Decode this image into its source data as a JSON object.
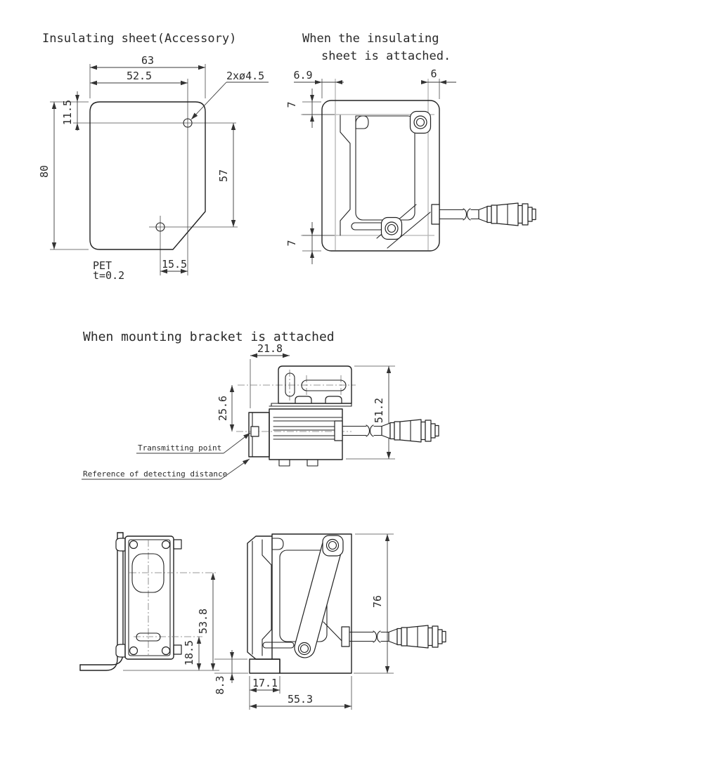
{
  "palette": {
    "background": "#ffffff",
    "outline": "#222222",
    "dimension_lines": "#3a3a3a",
    "sheet_edge_gray": "#b4b4b4",
    "centerline": "#777777"
  },
  "sections": {
    "insulating_sheet": {
      "title": "Insulating sheet(Accessory)",
      "material": "PET",
      "thickness": "t=0.2",
      "dim_width": "63",
      "dim_hole_span": "52.5",
      "dim_holes": "2xø4.5",
      "dim_top_offset": "11.5",
      "dim_height": "80",
      "dim_hole_height": "57",
      "dim_bottom_offset": "15.5"
    },
    "sheet_attached": {
      "title_line1": "When the insulating",
      "title_line2": "sheet is attached.",
      "dim_left_gap": "6.9",
      "dim_right_gap": "6",
      "dim_top_gap": "7",
      "dim_bottom_gap": "7"
    },
    "bracket_top_view": {
      "title": "When mounting bracket is attached",
      "dim_bracket_depth": "21.8",
      "dim_emitter_offset": "25.6",
      "dim_overall_depth": "51.2",
      "label_transmitting_point": "Transmitting point",
      "label_reference": "Reference of detecting distance"
    },
    "bracket_front_view": {
      "dim_lens_center_height": "53.8",
      "dim_slot_center_height": "18.5"
    },
    "bracket_side_view": {
      "dim_overall_height": "76",
      "dim_foot_height": "8.3",
      "dim_foot_depth": "17.1",
      "dim_overall_width": "55.3"
    }
  }
}
